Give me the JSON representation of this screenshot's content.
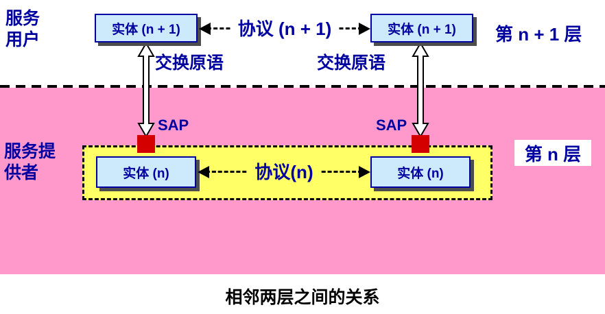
{
  "colors": {
    "layer_n_background": "#ff99cc",
    "protocol_box_background": "#ffff66",
    "entity_fill": "#cdeafc",
    "entity_border": "#0000a0",
    "text_navy": "#0000a0",
    "sap_red": "#d40000"
  },
  "top_layer": {
    "user_label_lines": [
      "服务",
      "用户"
    ],
    "layer_label": "第 n + 1 层",
    "left_entity": "实体 (n + 1)",
    "right_entity": "实体 (n + 1)",
    "protocol_label": "协议 (n + 1)",
    "left_primitive_label": "交换原语",
    "right_primitive_label": "交换原语"
  },
  "bottom_layer": {
    "provider_label_lines": [
      "服务提",
      "供者"
    ],
    "layer_label": "第 n 层",
    "left_entity": "实体 (n)",
    "right_entity": "实体 (n)",
    "protocol_label": "协议(n)",
    "left_sap_label": "SAP",
    "right_sap_label": "SAP"
  },
  "caption": "相邻两层之间的关系"
}
